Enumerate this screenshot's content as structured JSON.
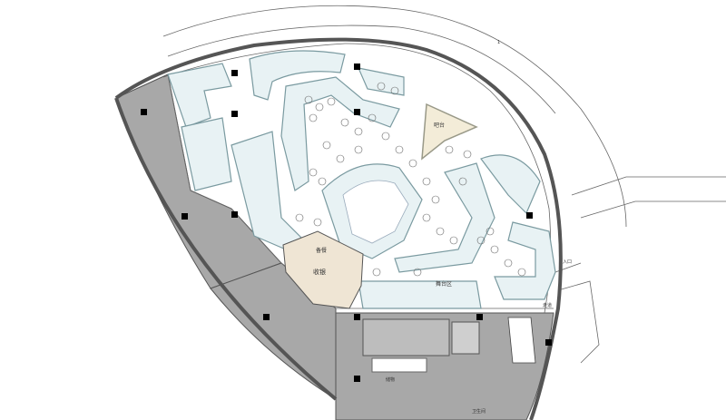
{
  "plan": {
    "labels": {
      "cashier": "收银",
      "kitchen_pass": "备餐",
      "bar": "吧台",
      "stage": "舞台区",
      "aisle": "走道",
      "restroom": "卫生间",
      "storage": "储物",
      "entrance": "入口",
      "notes": "1"
    }
  }
}
